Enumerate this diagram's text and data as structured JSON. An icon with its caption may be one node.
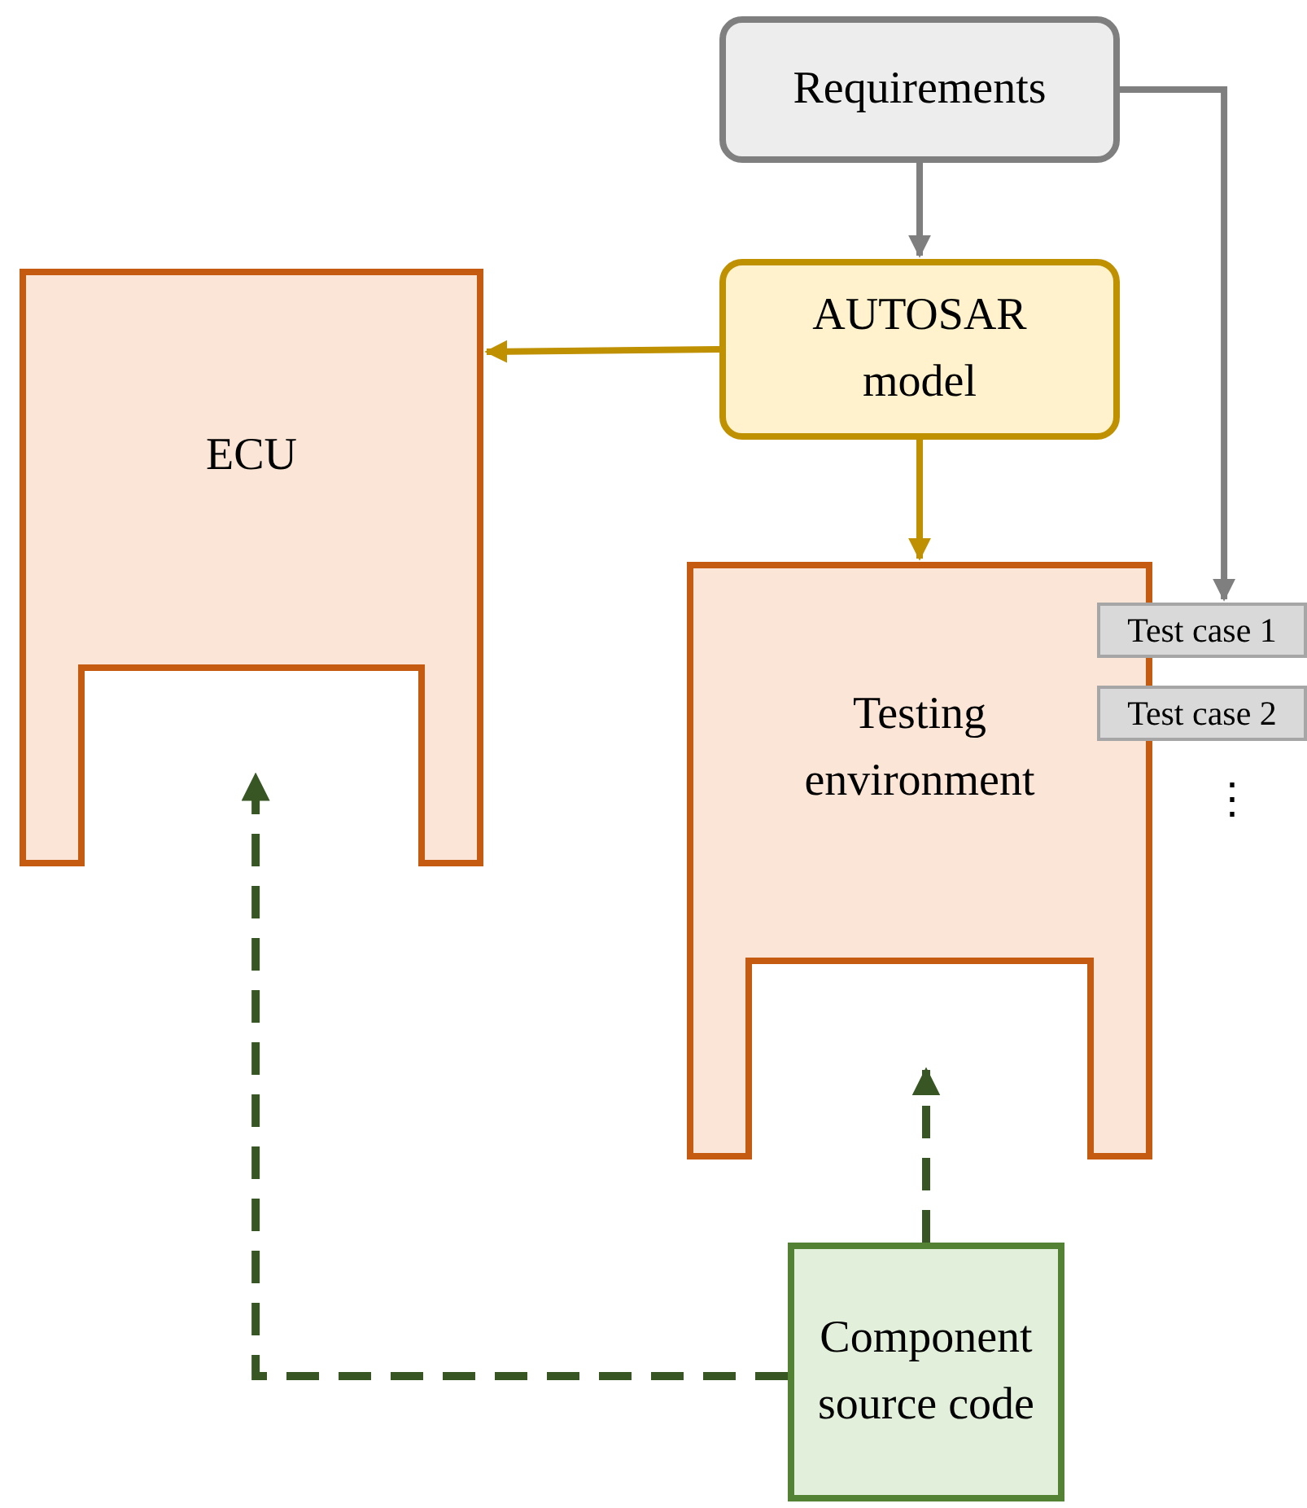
{
  "diagram": {
    "nodes": [
      {
        "text": [
          "Requirements"
        ]
      },
      {
        "text": [
          "AUTOSAR model"
        ]
      },
      {
        "text": [
          "ECU"
        ]
      },
      {
        "text": [
          "Testing environment"
        ]
      },
      {
        "text": [
          "Test case 1"
        ]
      },
      {
        "text": [
          "Test case 2"
        ]
      },
      {
        "text": [
          "Component source code"
        ]
      }
    ],
    "edges": [
      {
        "from": 0,
        "to": 1,
        "arrow": "to",
        "color": "#7f7f7f"
      },
      {
        "from": 0,
        "to": 4,
        "arrow": "to",
        "color": "#7f7f7f"
      },
      {
        "from": 1,
        "to": 2,
        "arrow": "to",
        "color": "#bf9000"
      },
      {
        "from": 1,
        "to": 3,
        "arrow": "to",
        "color": "#bf9000"
      },
      {
        "from": 6,
        "to": 3,
        "arrow": "to",
        "style": "dashed",
        "color": "#375623"
      },
      {
        "from": 6,
        "to": 2,
        "arrow": "to",
        "style": "dashed",
        "color": "#375623"
      }
    ],
    "labels": [
      "⋮"
    ]
  }
}
